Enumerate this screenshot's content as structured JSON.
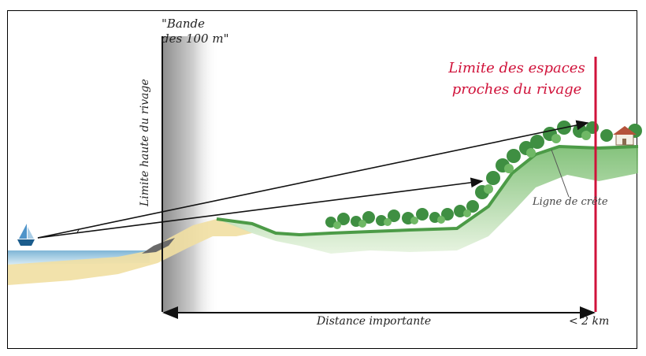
{
  "band_label": "\"Bande\ndes 100 m\"",
  "band_line1": "\"Bande",
  "band_line2": "des 100 m\"",
  "limit_label_line1": "Limite des espaces",
  "limit_label_line2": "proches du rivage",
  "vertical_label": "Limite haute du rivage",
  "ridge_label": "Ligne de crête",
  "distance_label": "Distance importante",
  "distance_max": "< 2 km",
  "colors": {
    "limit_red": "#d0123a",
    "arrow": "#111111",
    "sea": "#a9d1e6",
    "sand": "#f0dc9a",
    "vegetation": "#5aa64f"
  },
  "icons": [
    "sailboat-icon",
    "house-icon",
    "tree-icon"
  ]
}
